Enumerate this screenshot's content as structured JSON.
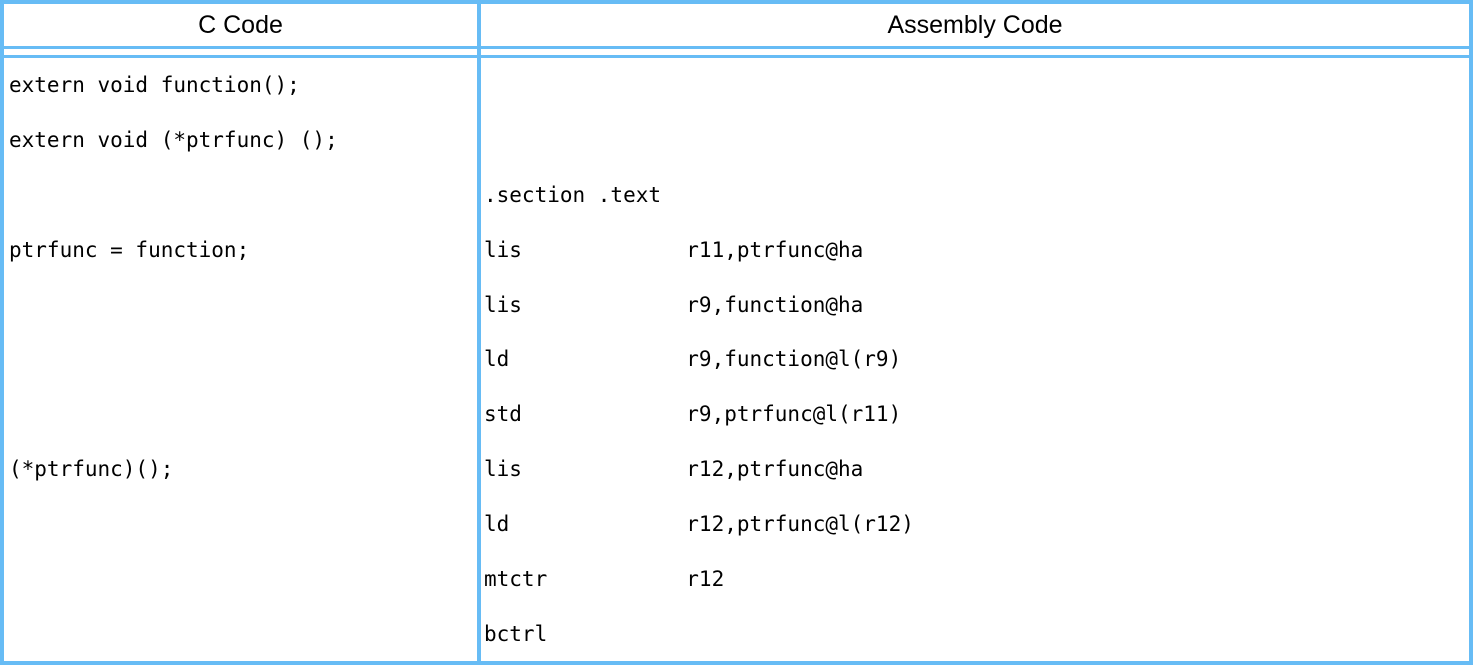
{
  "page": {
    "border_color": "#67BCF5",
    "text_color": "#000000",
    "background": "#ffffff"
  },
  "table": {
    "headers": [
      "C Code",
      "Assembly Code"
    ],
    "rows": [
      {
        "c": "extern void function();",
        "asm": ""
      },
      {
        "c": "extern void (*ptrfunc) ();",
        "asm": ""
      },
      {
        "c": "",
        "asm": ".section .text"
      },
      {
        "c": "ptrfunc = function;",
        "asm": "lis             r11,ptrfunc@ha"
      },
      {
        "c": "",
        "asm": "lis             r9,function@ha"
      },
      {
        "c": "",
        "asm": "ld              r9,function@l(r9)"
      },
      {
        "c": "",
        "asm": "std             r9,ptrfunc@l(r11)"
      },
      {
        "c": "(*ptrfunc)();",
        "asm": "lis             r12,ptrfunc@ha"
      },
      {
        "c": "",
        "asm": "ld              r12,ptrfunc@l(r12)"
      },
      {
        "c": "",
        "asm": "mtctr           r12"
      },
      {
        "c": "",
        "asm": "bctrl"
      }
    ]
  }
}
